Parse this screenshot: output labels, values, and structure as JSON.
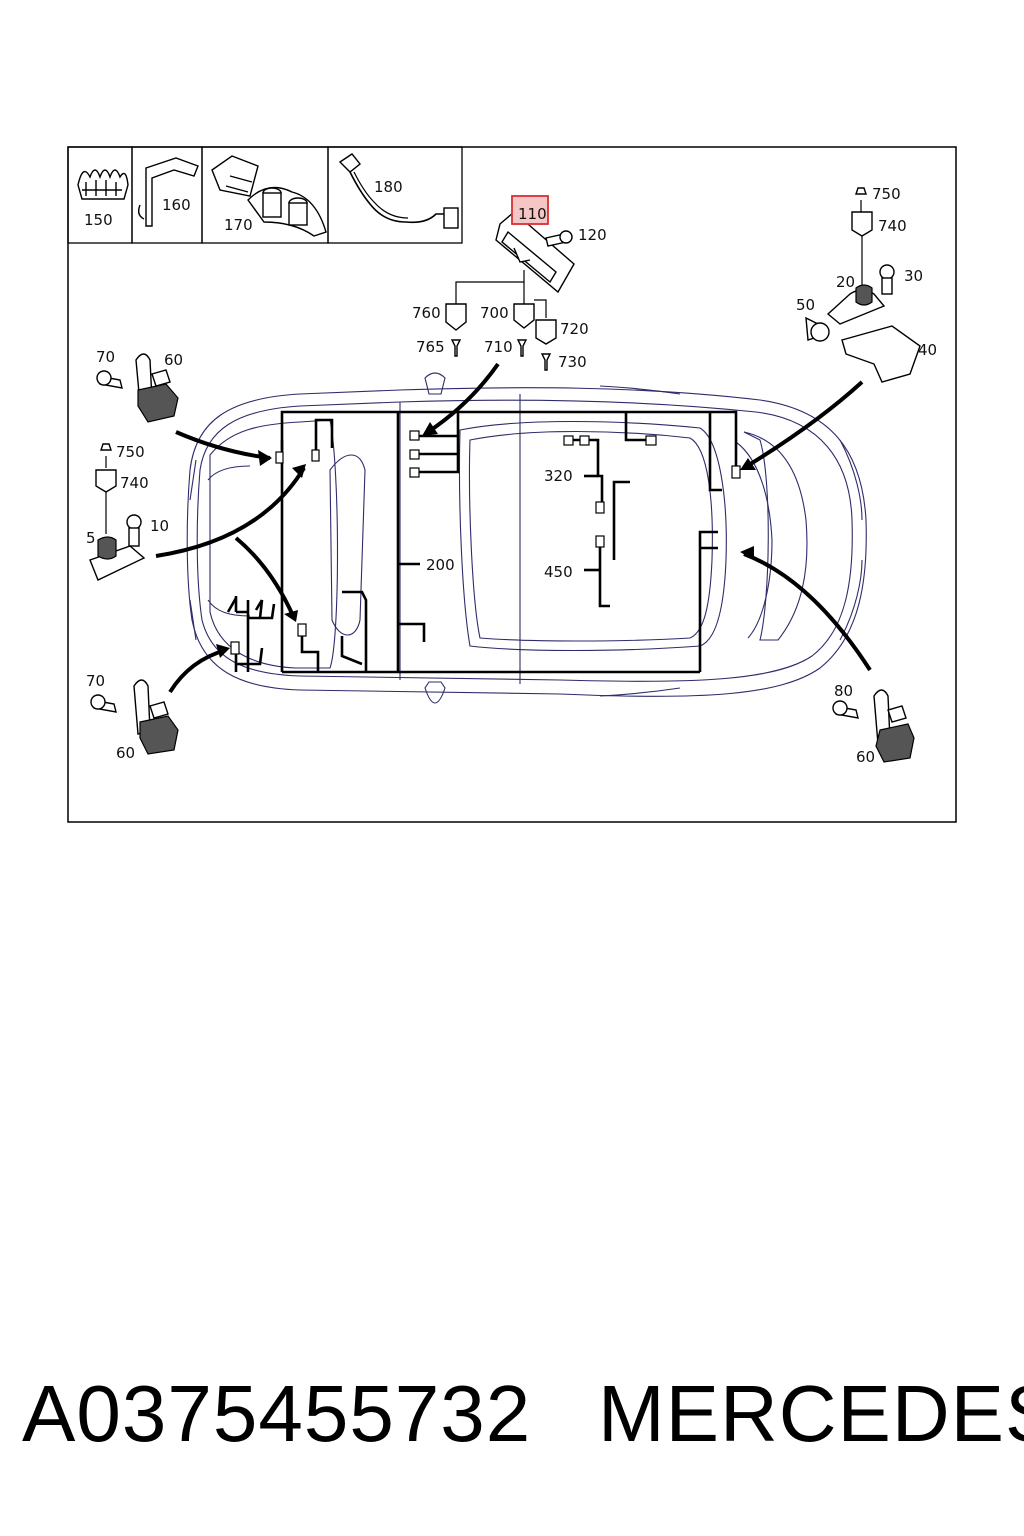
{
  "diagram": {
    "highlight_color": "#f5c6c6",
    "highlight_border": "#d93030",
    "car_outline_color": "#2e2c6a",
    "inset_labels": {
      "l150": "150",
      "l160": "160",
      "l170": "170",
      "l180": "180"
    },
    "labels": {
      "l110": "110",
      "l120": "120",
      "l760": "760",
      "l700": "700",
      "l720": "720",
      "l765": "765",
      "l710": "710",
      "l730": "730",
      "l750_r": "750",
      "l740_r": "740",
      "l20": "20",
      "l30": "30",
      "l50": "50",
      "l40": "40",
      "l70_tl": "70",
      "l60_tl": "60",
      "l750_l": "750",
      "l740_l": "740",
      "l5": "5",
      "l10": "10",
      "l70_bl": "70",
      "l60_bl": "60",
      "l80_br": "80",
      "l60_br": "60",
      "l200": "200",
      "l320": "320",
      "l450": "450"
    }
  },
  "footer": {
    "part_number": "A0375455732",
    "brand": "MERCEDES"
  }
}
